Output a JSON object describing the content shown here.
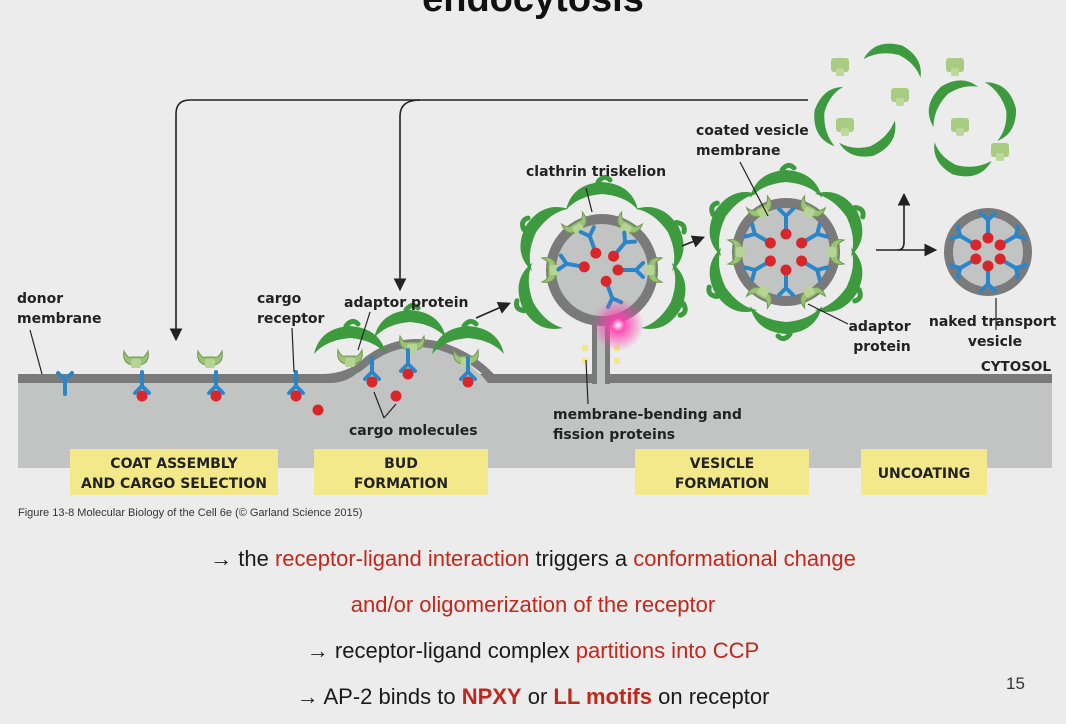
{
  "slide": {
    "title": "endocytosis",
    "page_number": "15"
  },
  "figure": {
    "labels": {
      "donor_membrane": [
        "donor",
        "membrane"
      ],
      "cargo_receptor": [
        "cargo",
        "receptor"
      ],
      "adaptor_protein_top": "adaptor protein",
      "clathrin_triskelion": "clathrin triskelion",
      "coated_vesicle_membrane": [
        "coated vesicle",
        "membrane"
      ],
      "adaptor_protein_right": [
        "adaptor",
        "protein"
      ],
      "naked_transport_vesicle": [
        "naked transport",
        "vesicle"
      ],
      "cytosol": "CYTOSOL",
      "cargo_molecules": "cargo molecules",
      "membrane_bending": [
        "membrane-bending and",
        "fission proteins"
      ]
    },
    "stages": [
      [
        "COAT ASSEMBLY",
        "AND CARGO SELECTION"
      ],
      [
        "BUD",
        "FORMATION"
      ],
      [
        "VESICLE",
        "FORMATION"
      ],
      [
        "UNCOATING"
      ]
    ],
    "caption": "Figure 13-8  Molecular Biology of the Cell 6e (© Garland Science 2015)",
    "colors": {
      "membrane": "#7a7a7a",
      "lumen": "#c2c4c3",
      "clathrin": "#3d9a3e",
      "adaptor": "#9cc27a",
      "receptor": "#2b86c8",
      "cargo": "#d8262b",
      "stage_box": "#f3e98a"
    }
  },
  "bullets": [
    {
      "segments": [
        {
          "text": "→ the ",
          "style": "plain"
        },
        {
          "text": "receptor-ligand interaction",
          "style": "red"
        },
        {
          "text": " triggers a ",
          "style": "plain"
        },
        {
          "text": "conformational change",
          "style": "red"
        }
      ]
    },
    {
      "segments": [
        {
          "text": "and/or oligomerization of the receptor",
          "style": "red"
        }
      ]
    },
    {
      "segments": [
        {
          "text": "→ receptor-ligand complex ",
          "style": "plain"
        },
        {
          "text": "partitions into CCP",
          "style": "red"
        }
      ]
    },
    {
      "segments": [
        {
          "text": "→ AP-2 binds to ",
          "style": "plain"
        },
        {
          "text": "NPXY",
          "style": "red-bold"
        },
        {
          "text": " or ",
          "style": "plain"
        },
        {
          "text": "LL motifs",
          "style": "red-bold"
        },
        {
          "text": " on receptor",
          "style": "plain"
        }
      ]
    }
  ]
}
